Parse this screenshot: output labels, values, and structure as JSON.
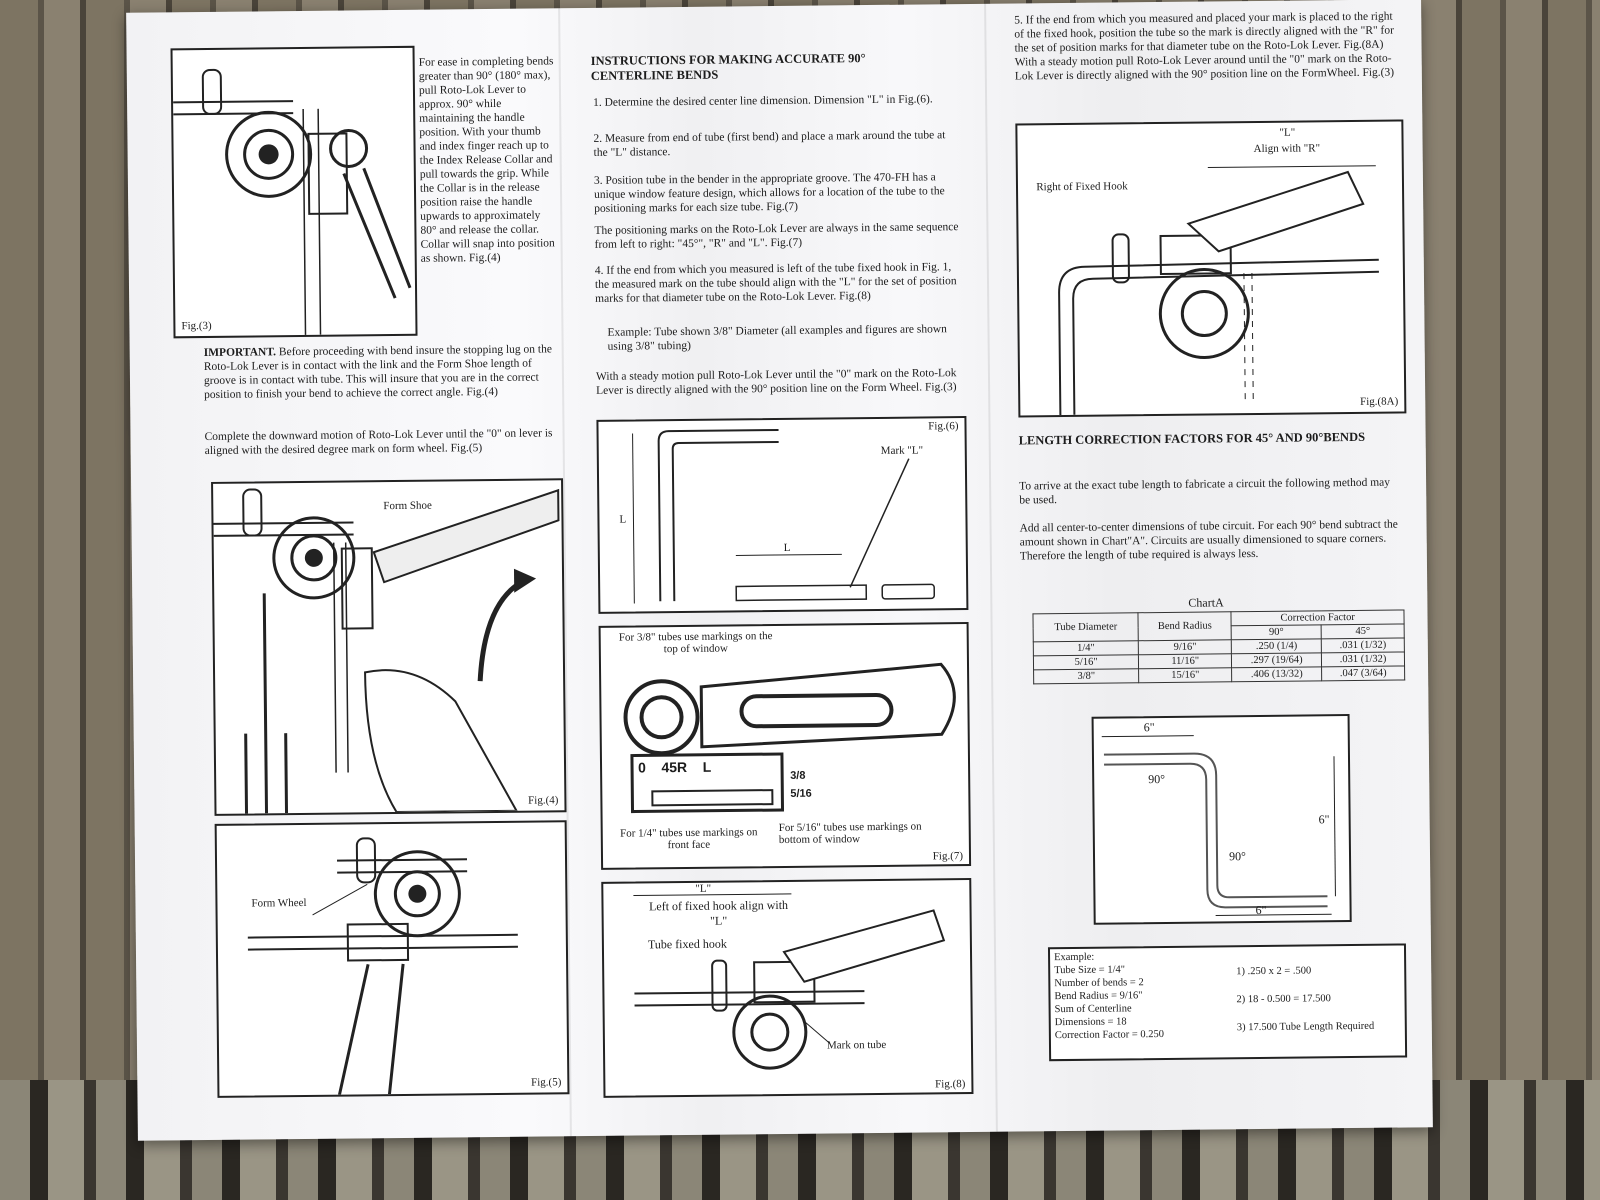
{
  "col1": {
    "intro": "For ease in completing bends greater than 90° (180° max), pull Roto-Lok Lever to approx. 90° while maintaining the handle position. With your thumb and index finger reach up to the Index Release Collar and pull towards the grip. While the Collar is in the release position raise the handle upwards to approximately 80° and release the collar. Collar will snap into position as shown. Fig.(4)",
    "fig3_label": "Fig.(3)",
    "important_head": "IMPORTANT.",
    "important_body": " Before proceeding with bend insure the stopping lug on the Roto-Lok Lever is in contact with the link and the Form Shoe length of groove is in contact with tube. This will insure that you are in the correct position to finish your bend to achieve the correct angle. Fig.(4)",
    "complete": "Complete the downward motion of Roto-Lok Lever until the \"0\" on lever is aligned with the desired degree mark on form wheel. Fig.(5)",
    "fig4_formshoe": "Form Shoe",
    "fig4_label": "Fig.(4)",
    "fig5_formwheel": "Form Wheel",
    "fig5_label": "Fig.(5)"
  },
  "col2": {
    "title": "INSTRUCTIONS FOR MAKING ACCURATE 90° CENTERLINE BENDS",
    "step1": "1. Determine the desired center line dimension. Dimension \"L\" in Fig.(6).",
    "step2": "2. Measure from end of tube (first bend) and place a mark around the tube at the \"L\" distance.",
    "step3": "3. Position tube in the bender in the appropriate groove. The 470-FH has a unique window feature design, which allows for a location of the tube to the positioning marks for each size tube. Fig.(7)",
    "seq": "The positioning marks on the Roto-Lok Lever are always in the same sequence from left to right: \"45°\", \"R\" and \"L\". Fig.(7)",
    "step4": "4. If the end from which you measured is left of the tube fixed hook in Fig. 1, the measured mark on the tube should align with the \"L\" for the set of position marks for that diameter tube on the Roto-Lok Lever. Fig.(8)",
    "example": "Example: Tube shown 3/8\" Diameter (all examples and figures are shown using 3/8\" tubing)",
    "steady": "With a steady motion pull Roto-Lok Lever until the \"0\" mark on the Roto-Lok Lever is directly aligned with the 90° position line on the Form Wheel. Fig.(3)",
    "fig6_label": "Fig.(6)",
    "fig6_mark": "Mark \"L\"",
    "fig6_L": "L",
    "fig7_top": "For 3/8\" tubes use markings on the top of window",
    "fig7_front": "For 1/4\" tubes use markings on front face",
    "fig7_bottom": "For 5/16\" tubes use markings on bottom of window",
    "fig7_scale": "0    45R    L",
    "fig7_38": "3/8",
    "fig7_516": "5/16",
    "fig7_label": "Fig.(7)",
    "fig8_L": "\"L\"",
    "fig8_left": "Left of fixed hook align with \"L\"",
    "fig8_hook": "Tube fixed hook",
    "fig8_mark": "Mark on tube",
    "fig8_label": "Fig.(8)"
  },
  "col3": {
    "step5": "5. If the end from which you measured and placed your mark is placed to the right of the fixed hook, position the tube so the mark is directly aligned with the \"R\" for the set of position marks for that diameter tube on the Roto-Lok Lever. Fig.(8A) With a steady motion pull Roto-Lok Lever around until the \"0\" mark on the Roto-Lok Lever is directly aligned with the 90° position line on the FormWheel. Fig.(3)",
    "fig8a_L": "\"L\"",
    "fig8a_align": "Align with \"R\"",
    "fig8a_right": "Right of Fixed Hook",
    "fig8a_label": "Fig.(8A)",
    "length_title": "LENGTH CORRECTION FACTORS FOR 45° AND 90°BENDS",
    "arrive": "To arrive at the exact tube length to fabricate a circuit the following method may be used.",
    "add": "Add all center-to-center dimensions of tube circuit. For each 90° bend subtract the amount shown in Chart\"A\". Circuits are usually dimensioned to square corners. Therefore the length of tube required is always less.",
    "chart_title": "ChartA",
    "table_headers": [
      "Tube Diameter",
      "Bend Radius",
      "Correction Factor",
      "90°",
      "45°"
    ],
    "table_rows": [
      [
        "1/4\"",
        "9/16\"",
        ".250 (1/4)",
        ".031 (1/32)"
      ],
      [
        "5/16\"",
        "11/16\"",
        ".297 (19/64)",
        ".031 (1/32)"
      ],
      [
        "3/8\"",
        "15/16\"",
        ".406 (13/32)",
        ".047 (3/64)"
      ]
    ],
    "diagram_6a": "6\"",
    "diagram_90a": "90°",
    "diagram_6b": "6\"",
    "diagram_90b": "90°",
    "diagram_6c": "6\"",
    "ex_title": "Example:",
    "ex_lines": [
      "Tube Size = 1/4\"",
      "Number of bends = 2",
      "Bend Radius = 9/16\"",
      "Sum of Centerline",
      "Dimensions = 18",
      "Correction Factor = 0.250"
    ],
    "ex_calc": [
      "1) .250 x 2 = .500",
      "2) 18 - 0.500 = 17.500",
      "3) 17.500 Tube Length Required"
    ]
  }
}
